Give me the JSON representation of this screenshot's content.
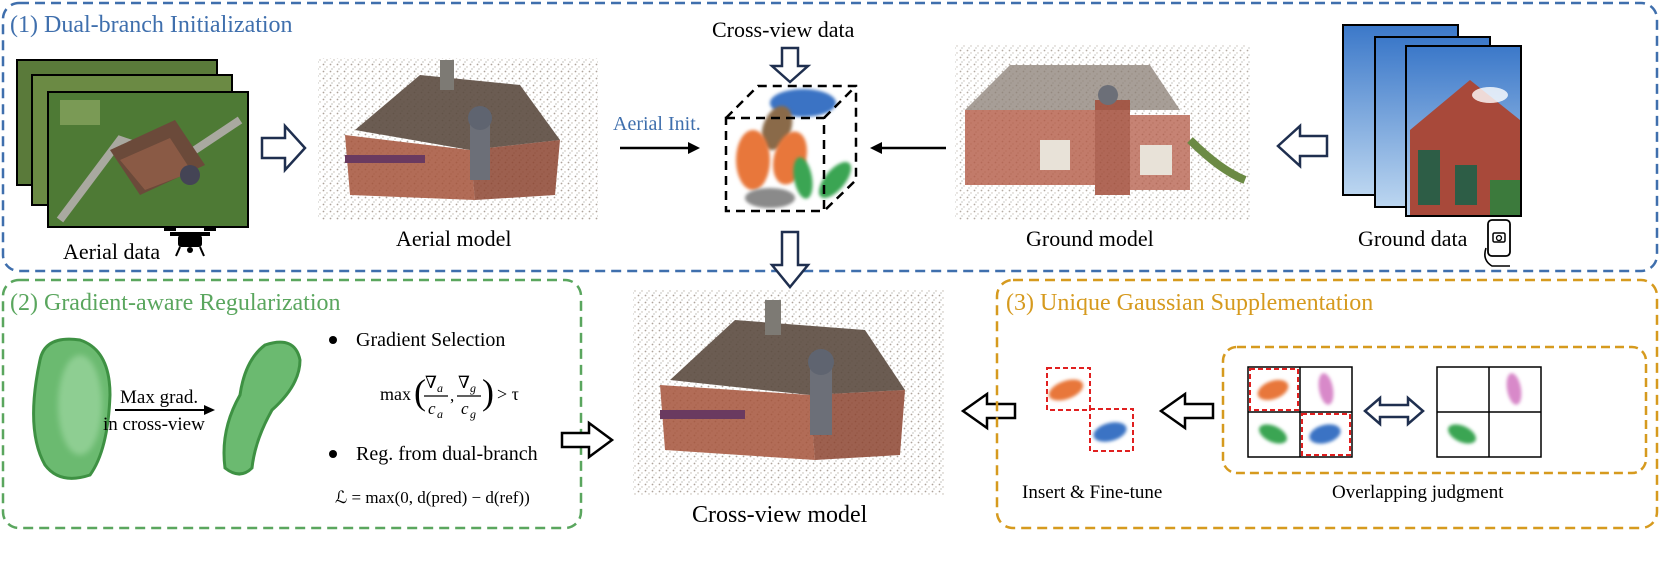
{
  "sections": {
    "dual_branch": {
      "label": "(1) Dual-branch Initialization",
      "color": "#3f6fad"
    },
    "gradient": {
      "label": "(2) Gradient-aware Regularization",
      "color": "#5aa65e"
    },
    "unique": {
      "label": "(3) Unique Gaussian Supplementation",
      "color": "#d69a1e"
    }
  },
  "labels": {
    "cross_view_data": "Cross-view data",
    "aerial_init": "Aerial Init.",
    "aerial_data": "Aerial data",
    "aerial_model": "Aerial model",
    "ground_model": "Ground model",
    "ground_data": "Ground data",
    "cross_view_model": "Cross-view model",
    "max_grad_line1": "Max grad.",
    "max_grad_line2": "in cross-view",
    "gradient_selection": "Gradient Selection",
    "reg_dual_branch": "Reg. from dual-branch",
    "insert_finetune": "Insert & Fine-tune",
    "overlapping_judgment": "Overlapping judgment"
  },
  "equations": {
    "grad_max": "max",
    "grad_num_a": "∇",
    "grad_sub_a": "a",
    "grad_den_a": "c",
    "grad_num_g": "∇",
    "grad_sub_g": "g",
    "grad_den_g": "c",
    "grad_gt": "> τ",
    "loss": "ℒ = max(0, d(pred) − d(ref))"
  },
  "icons": [
    "drone-icon",
    "phone-camera-icon",
    "point-cloud-icon",
    "gaussian-cube-icon"
  ],
  "colors": {
    "orange_gaussian": "#e8773a",
    "blue_gaussian": "#3a73c4",
    "green_gaussian": "#3aa552",
    "brown_gaussian": "#8a6a4a",
    "gray_gaussian": "#8a8a8a",
    "pink_gaussian": "#d889c9",
    "red_dashed": "#e02020"
  }
}
